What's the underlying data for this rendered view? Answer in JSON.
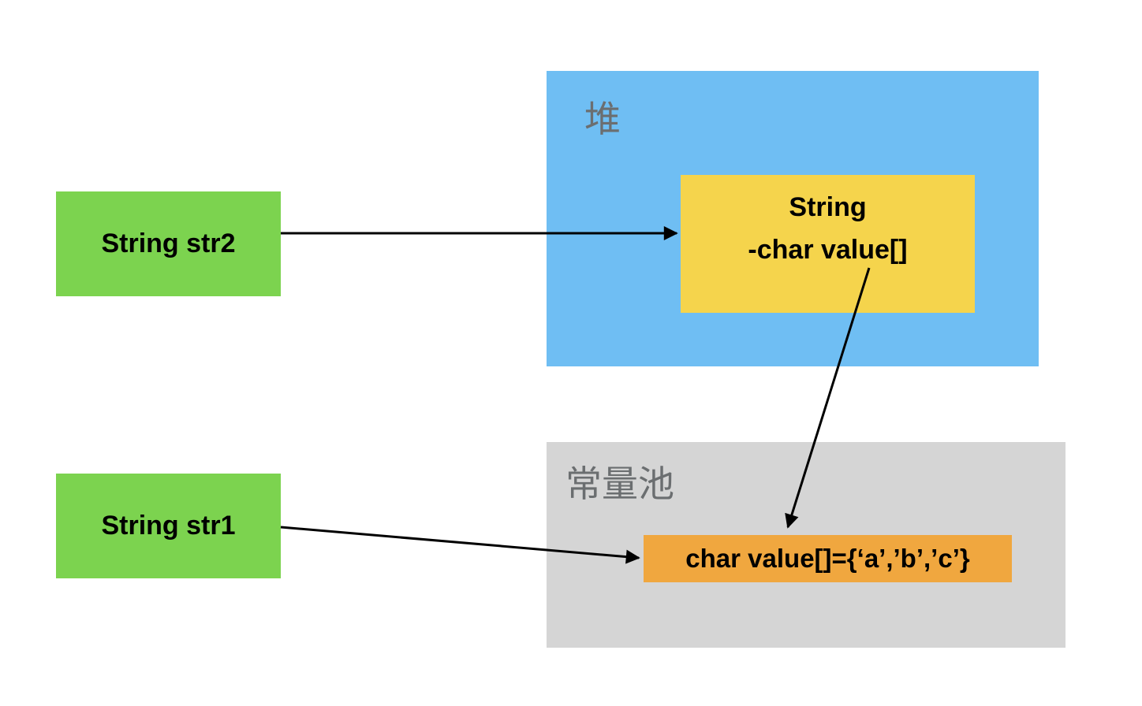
{
  "heap": {
    "label": "堆",
    "object": {
      "line1": "String",
      "line2": "-char value[]"
    }
  },
  "constant_pool": {
    "label": "常量池",
    "value": "char value[]={‘a’,’b’,’c’}"
  },
  "references": {
    "str2": {
      "label": "String str2"
    },
    "str1": {
      "label": "String str1"
    }
  },
  "arrows": [
    {
      "name": "str2-arrow",
      "from": "String str2",
      "to": "String -char value[]"
    },
    {
      "name": "value-reference-arrow",
      "from": "String -char value[]",
      "to": "char value[]={‘a’,’b’,’c’}"
    },
    {
      "name": "str1-arrow",
      "from": "String str1",
      "to": "char value[]={‘a’,’b’,’c’}"
    }
  ],
  "colors": {
    "page_bg": "#FFFFFF",
    "heap_bg": "#6FBEF3",
    "pool_bg": "#D5D5D5",
    "reference_bg": "#7CD34F",
    "string_object_bg": "#F5D44C",
    "char_array_bg": "#F0A73F",
    "region_label_text": "#6B6E70",
    "box_text": "#000000",
    "arrow": "#000000"
  }
}
